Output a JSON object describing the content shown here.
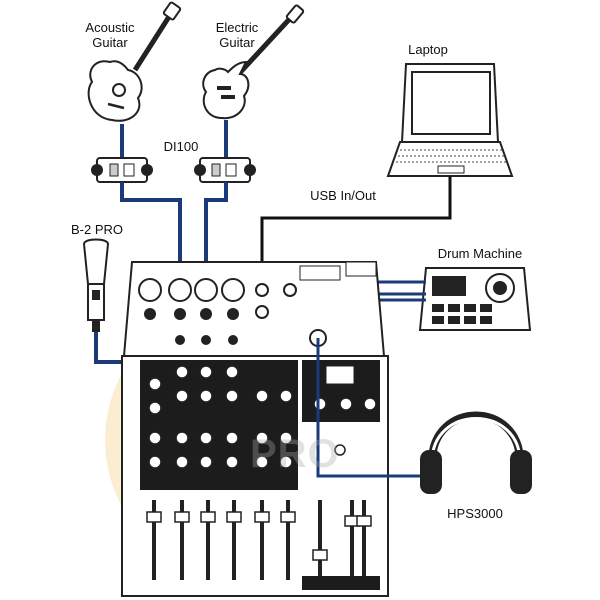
{
  "diagram": {
    "title": "",
    "devices": {
      "acoustic_guitar": {
        "label_line1": "Acoustic",
        "label_line2": "Guitar"
      },
      "electric_guitar": {
        "label_line1": "Electric",
        "label_line2": "Guitar"
      },
      "di_box": {
        "label": "DI100"
      },
      "microphone": {
        "label": "B-2 PRO"
      },
      "laptop": {
        "label": "Laptop"
      },
      "drum_machine": {
        "label": "Drum Machine"
      },
      "headphones": {
        "label": "HPS3000"
      },
      "mixer": {
        "label": ""
      }
    },
    "connections": {
      "usb": {
        "label": "USB In/Out"
      }
    },
    "watermark": {
      "text": "PRO"
    },
    "colors": {
      "cable": "#1a3a78",
      "line": "#111111",
      "watermark_ring": "#f2c46d"
    }
  }
}
